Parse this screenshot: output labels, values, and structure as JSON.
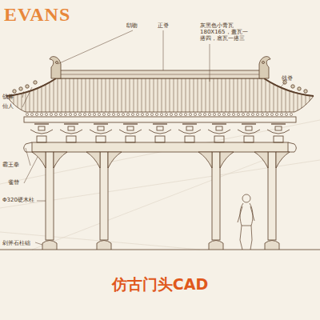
{
  "diagram": {
    "title": "仿古门头CAD",
    "labels": [
      "EVANS",
      "鸱吻",
      "正脊",
      "灰黑色小青瓦180X165，盖瓦一搭四，底瓦一搭三",
      "戗脊",
      "戗兽",
      "仙人",
      "霸王拳",
      "雀替",
      "Φ320硬木柱",
      "剁斧石柱础"
    ]
  }
}
